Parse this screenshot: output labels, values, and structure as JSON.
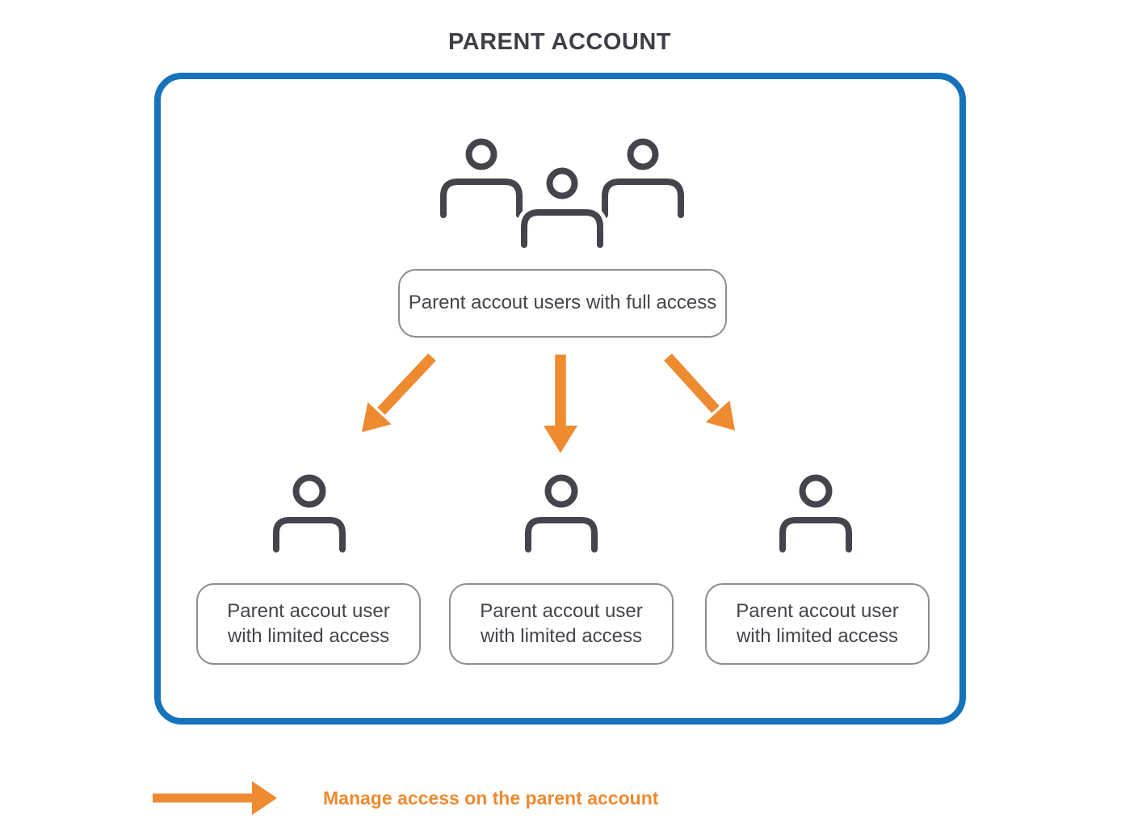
{
  "title": "PARENT ACCOUNT",
  "colors": {
    "frame_blue": "#1573BB",
    "arrow_orange": "#EE8A30",
    "icon_dark_gray": "#45444C",
    "node_border_gray": "#8C8C93"
  },
  "icons": {
    "group": "users-group-icon",
    "single": "user-icon",
    "flow_arrow": "manage-access-arrow"
  },
  "nodes": {
    "full_access": {
      "label": "Parent accout users with full access"
    },
    "limited": [
      {
        "line1": "Parent accout user",
        "line2": "with limited access"
      },
      {
        "line1": "Parent accout user",
        "line2": "with limited access"
      },
      {
        "line1": "Parent accout user",
        "line2": "with limited access"
      }
    ]
  },
  "legend": {
    "label": "Manage access on the parent account"
  }
}
